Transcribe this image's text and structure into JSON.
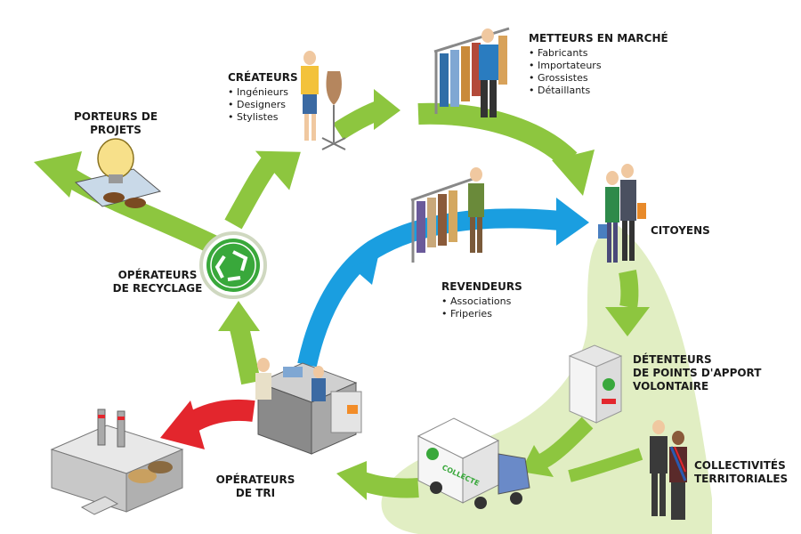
{
  "colors": {
    "green_arrow": "#8dc63f",
    "blue_arrow": "#1a9ee0",
    "red_arrow": "#e3262d",
    "zone_green": "#dcebb8",
    "recycle_green": "#39a83b"
  },
  "nodes": {
    "porteurs": {
      "line1": "PORTEURS DE",
      "line2": "PROJETS",
      "icon": "lightbulb-icon"
    },
    "createurs": {
      "title": "CRÉATEURS",
      "items": [
        "Ingénieurs",
        "Designers",
        "Stylistes"
      ],
      "icon": "designer-icon"
    },
    "metteurs": {
      "title": "METTEURS EN MARCHÉ",
      "items": [
        "Fabricants",
        "Importateurs",
        "Grossistes",
        "Détaillants"
      ],
      "icon": "clothes-rack-icon"
    },
    "citoyens": {
      "title": "CITOYENS",
      "icon": "shoppers-icon"
    },
    "revendeurs": {
      "title": "REVENDEURS",
      "items": [
        "Associations",
        "Friperies"
      ],
      "icon": "second-hand-rack-icon"
    },
    "recyclage": {
      "line1": "OPÉRATEURS",
      "line2": "DE RECYCLAGE",
      "icon": "recycle-icon"
    },
    "detenteurs": {
      "line1": "DÉTENTEURS",
      "line2": "DE POINTS D'APPORT",
      "line3": "VOLONTAIRE",
      "icon": "collection-bin-icon"
    },
    "collectivites": {
      "line1": "COLLECTIVITÉS",
      "line2": "TERRITORIALES",
      "icon": "officials-icon"
    },
    "tri": {
      "line1": "OPÉRATEURS",
      "line2": "DE TRI",
      "icon": "sorting-station-icon"
    },
    "collecte": {
      "truck_text": "COLLECTE",
      "icon": "truck-icon"
    },
    "factory": {
      "icon": "factory-icon"
    }
  }
}
